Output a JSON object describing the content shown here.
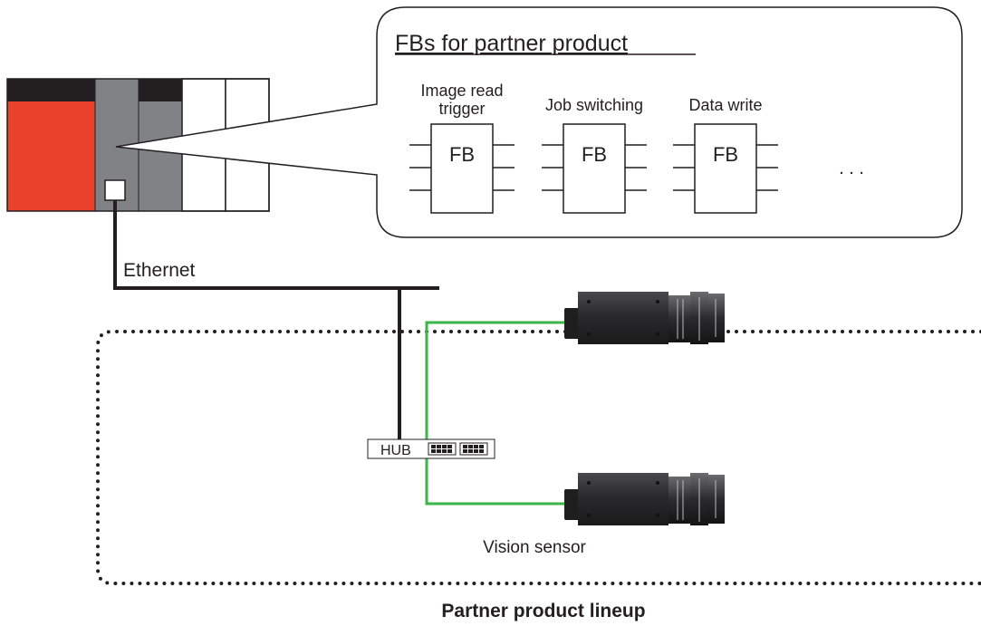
{
  "callout": {
    "title": "FBs for partner product",
    "function_blocks": [
      {
        "caption_lines": [
          "Image read",
          "trigger"
        ],
        "label": "FB"
      },
      {
        "caption_lines": [
          "Job switching"
        ],
        "label": "FB"
      },
      {
        "caption_lines": [
          "Data write"
        ],
        "label": "FB"
      }
    ],
    "ellipsis": ". . ."
  },
  "network": {
    "ethernet_label": "Ethernet",
    "hub_label": "HUB",
    "device_label": "Vision sensor"
  },
  "lineup_label": "Partner product lineup",
  "colors": {
    "cpu_module": "#e8412c",
    "io_module": "#808285",
    "module_top": "#231f20",
    "cable_green": "#39b54a",
    "line": "#231f20",
    "camera_body": "#2f2f31"
  }
}
